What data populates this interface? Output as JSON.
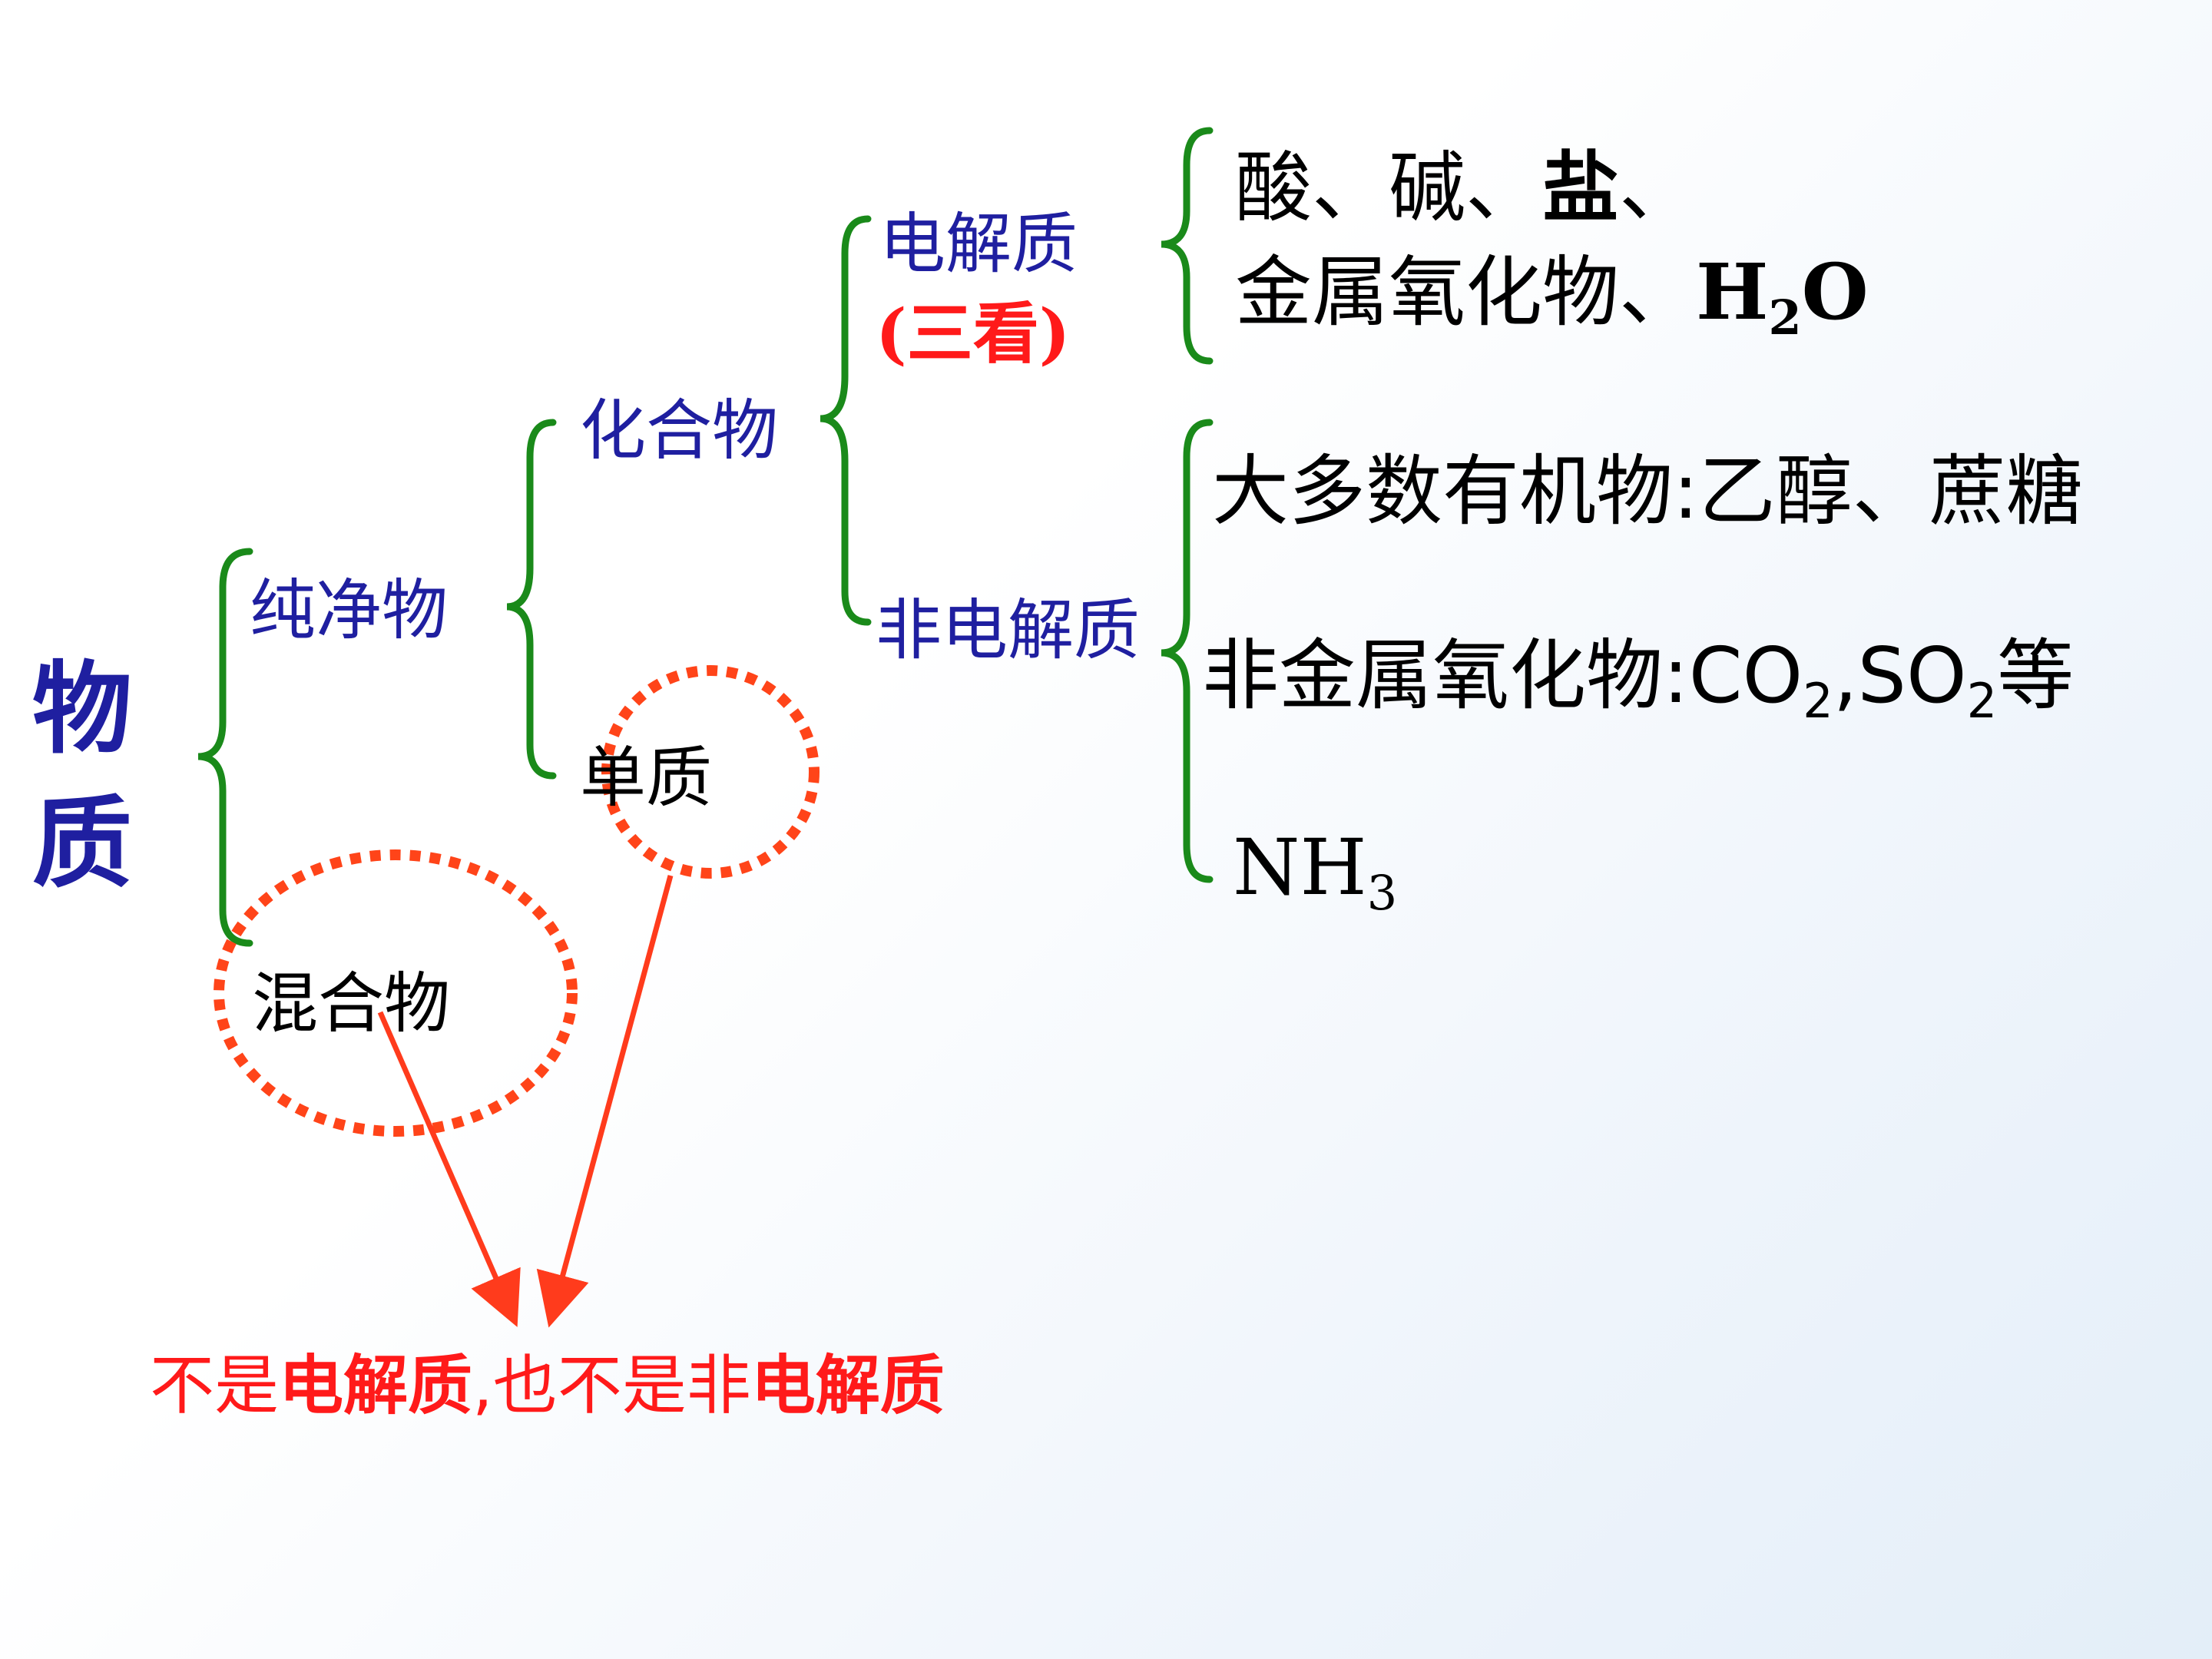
{
  "nodes": {
    "root_line1": "物",
    "root_line2": "质",
    "pure": "纯净物",
    "mixture": "混合物",
    "compound": "化合物",
    "element": "单质",
    "electrolyte": "电解质",
    "three_look": "(三看)",
    "non_electrolyte": "非电解质"
  },
  "electrolyte_examples": {
    "line1_part1": "酸、碱、",
    "line1_bold": "盐",
    "line1_part2": "、",
    "line2_text": "金属氧化物、",
    "line2_formula_main": "H",
    "line2_formula_sub": "2",
    "line2_formula_end": "O"
  },
  "non_electrolyte_examples": {
    "organic": "大多数有机物:乙醇、蔗糖",
    "oxide_text": "非金属氧化物:",
    "co": "CO",
    "co_sub": "2",
    "comma": ",",
    "so": "SO",
    "so_sub": "2",
    "deng": "等",
    "nh": "NH",
    "nh_sub": "3"
  },
  "conclusion": {
    "p1": "不是",
    "p2": "电解质",
    "p3": ",也不是非",
    "p4": "电解质"
  },
  "colors": {
    "brace": "#1a8a1a",
    "circle": "#ff4419",
    "arrow": "#ff3b1c",
    "node_blue": "#1f1fa0",
    "red": "#ff1a1a"
  }
}
